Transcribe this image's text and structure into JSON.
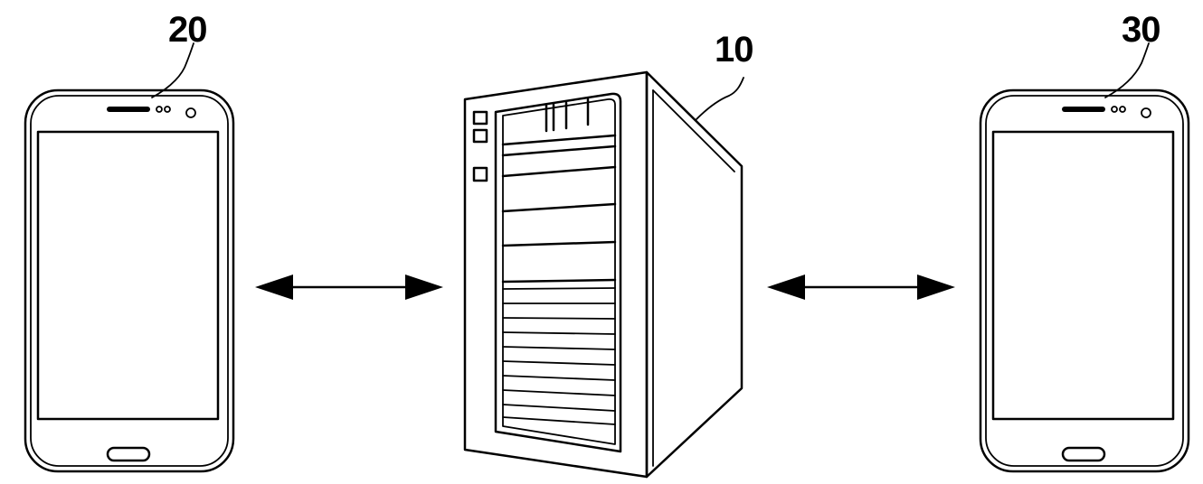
{
  "figure": {
    "labels": {
      "server": "10",
      "left_phone": "20",
      "right_phone": "30"
    },
    "line_color": "#000000",
    "background_color": "#ffffff",
    "icons": [
      "smartphone-icon",
      "server-tower-icon",
      "bidirectional-arrow-icon"
    ]
  }
}
